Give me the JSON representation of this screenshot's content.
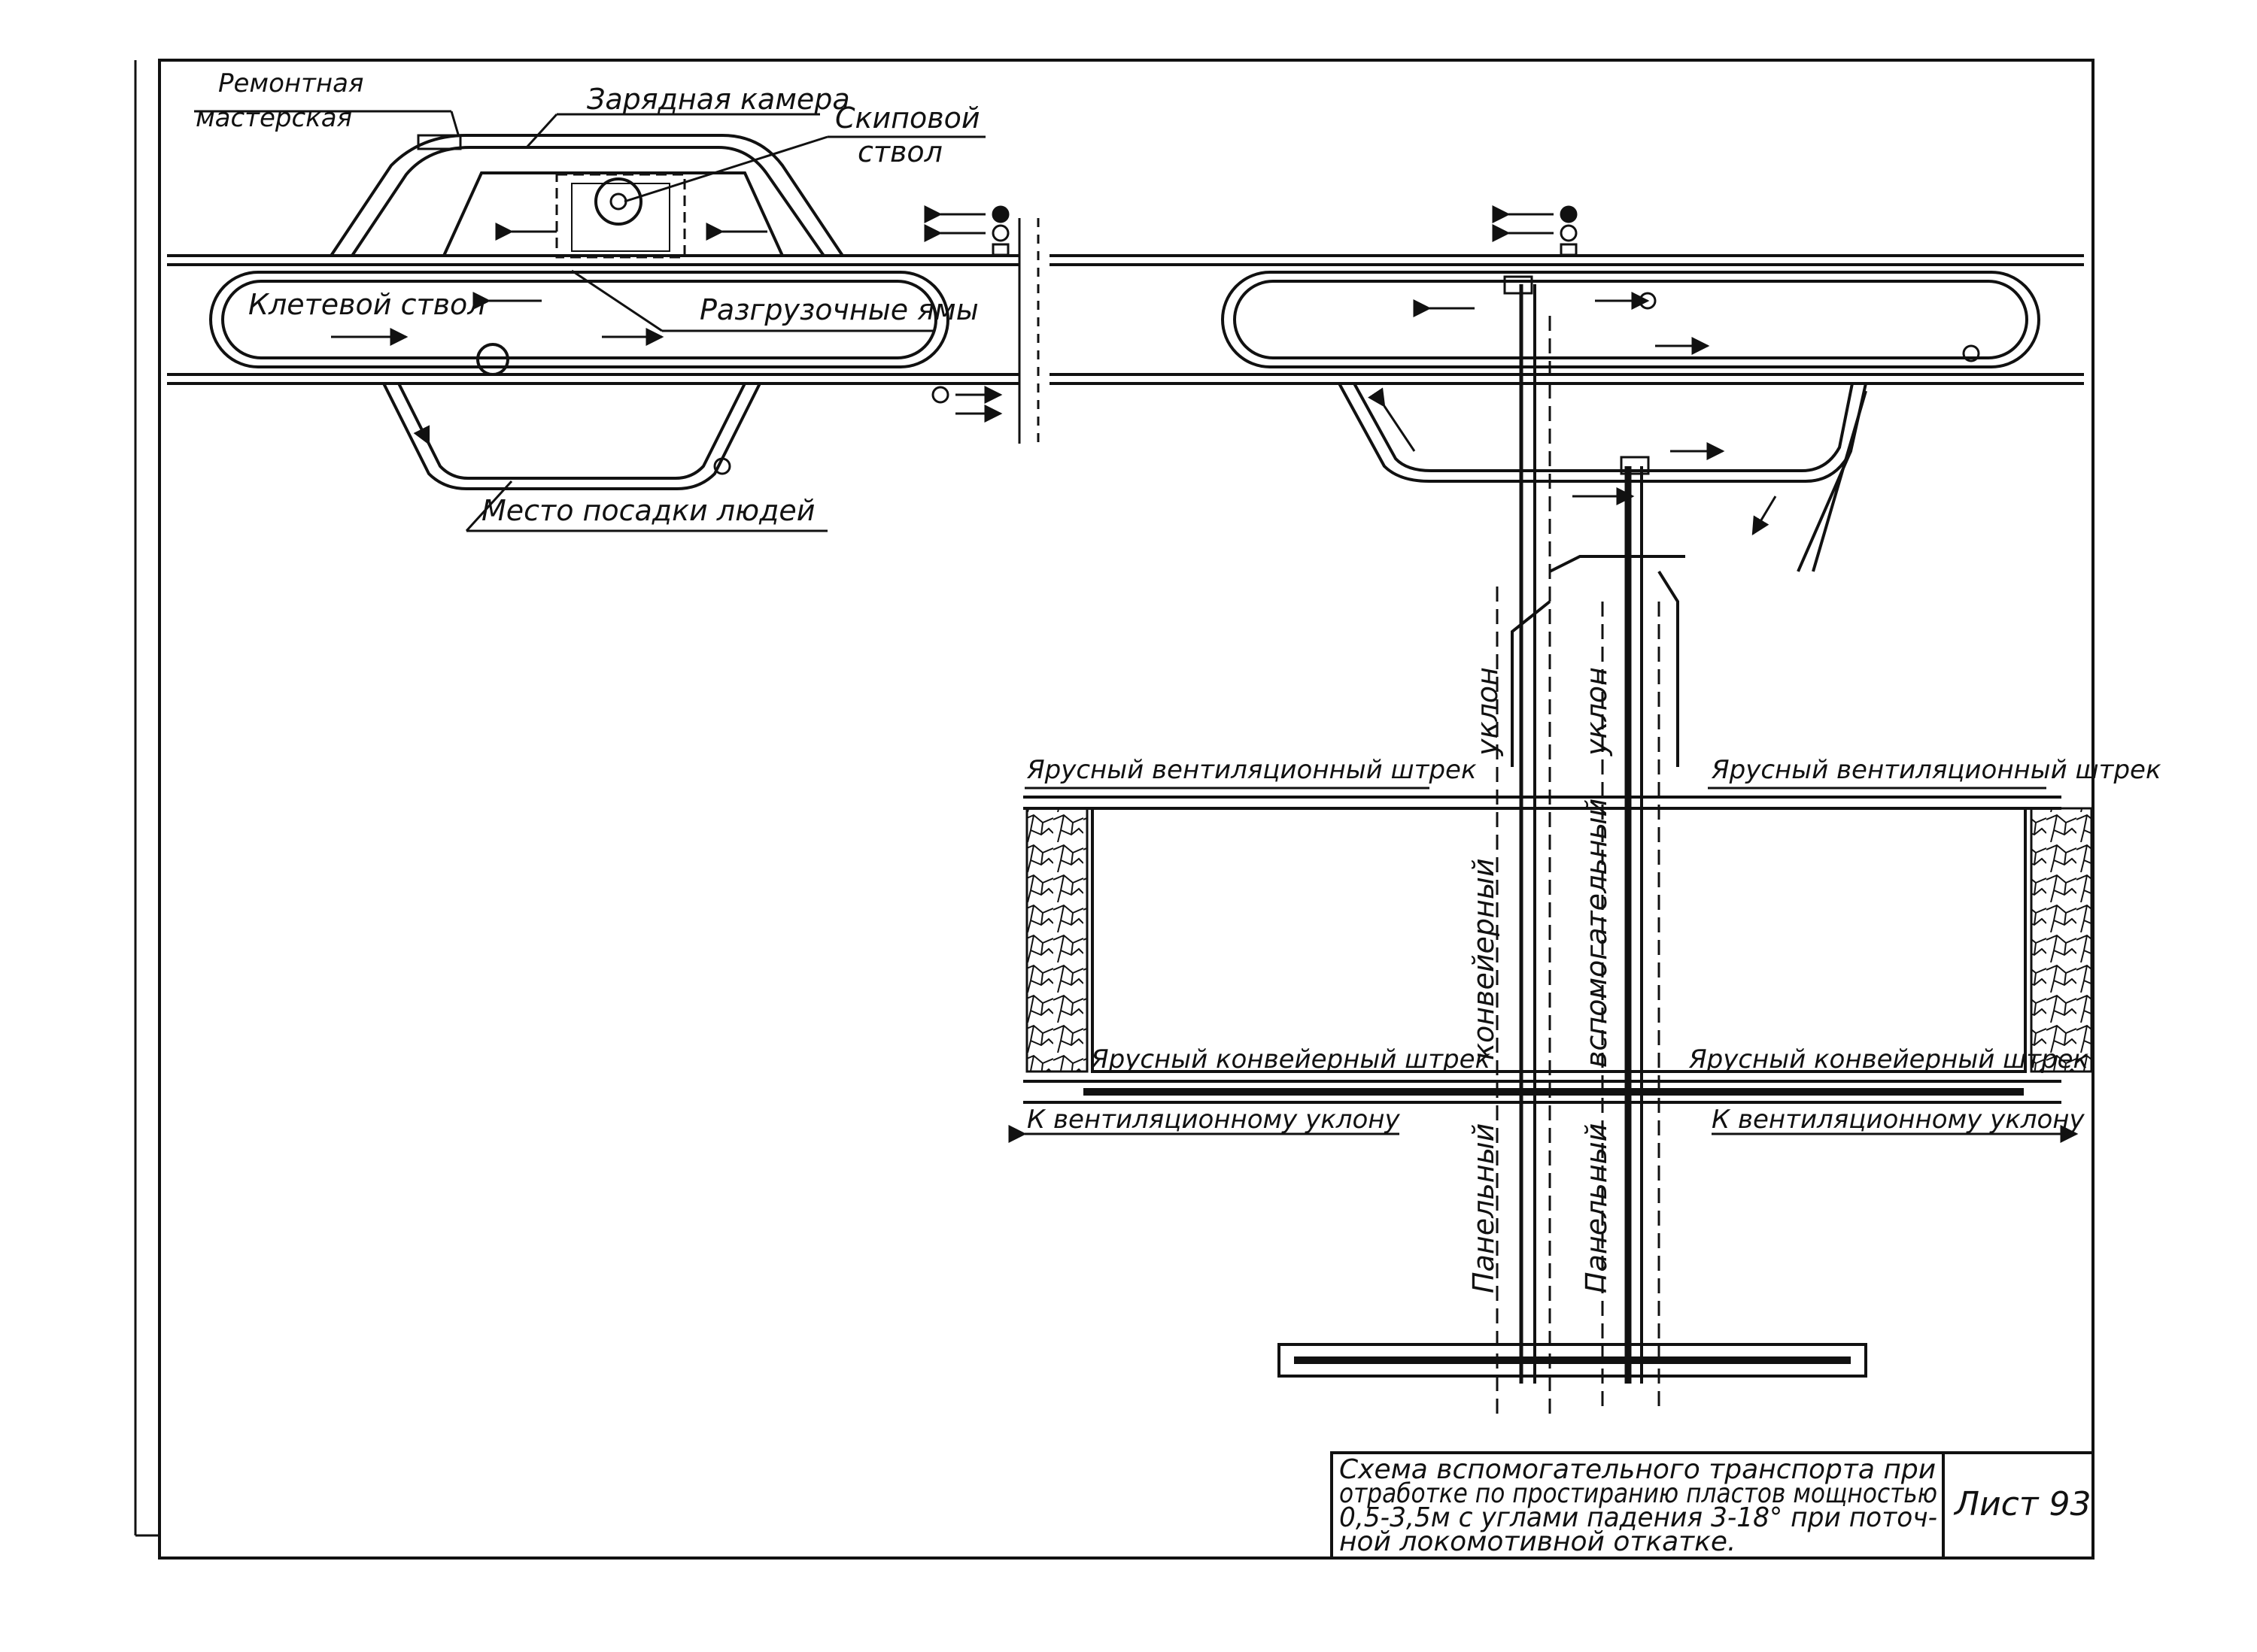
{
  "labels": {
    "repair_shop_1": "Ремонтная",
    "repair_shop_2": "мастерская",
    "charging_chamber": "Зарядная камера",
    "skip_shaft_1": "Скиповой",
    "skip_shaft_2": "ствол",
    "cage_shaft": "Клетевой ствол",
    "unloading_pits": "Разгрузочные ямы",
    "boarding_place": "Место посадки людей",
    "incline_left": "уклон",
    "incline_right": "уклон",
    "vent_drift_left": "Ярусный вентиляционный штрек",
    "vent_drift_right": "Ярусный вентиляционный штрек",
    "conveyor_left": "конвейерный",
    "auxiliary_right": "вспомогательный",
    "conv_drift_left": "Ярусный конвейерный штрек",
    "conv_drift_right": "Ярусный конвейерный штрек",
    "to_vent_incline_left": "К вентиляционному уклону",
    "to_vent_incline_right": "К вентиляционному уклону",
    "panel_left": "Панельный",
    "panel_right": "Панельный"
  },
  "title_block": {
    "line1": "Схема вспомогательного транспорта при",
    "line2": "отработке по простиранию пластов мощностью",
    "line3": "0,5-3,5м с углами падения 3-18° при поточ-",
    "line4": "ной локомотивной откатке.",
    "sheet_label": "Лист 93"
  }
}
